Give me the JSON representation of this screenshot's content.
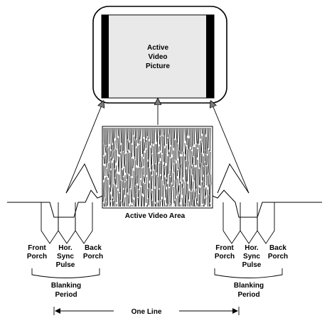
{
  "screen_label": [
    "Active",
    "Video",
    "Picture"
  ],
  "active_video_area": "Active Video Area",
  "left_group": {
    "front_porch": [
      "Front",
      "Porch"
    ],
    "hor_sync_pulse": [
      "Hor.",
      "Sync",
      "Pulse"
    ],
    "back_porch": [
      "Back",
      "Porch"
    ],
    "blanking_period": [
      "Blanking",
      "Period"
    ]
  },
  "right_group": {
    "front_porch": [
      "Front",
      "Porch"
    ],
    "hor_sync_pulse": [
      "Hor.",
      "Sync",
      "Pulse"
    ],
    "back_porch": [
      "Back",
      "Porch"
    ],
    "blanking_period": [
      "Blanking",
      "Period"
    ]
  },
  "one_line": "One Line"
}
